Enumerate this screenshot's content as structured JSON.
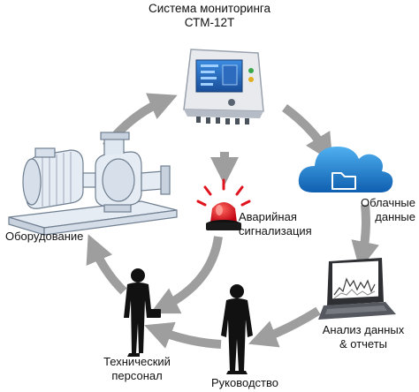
{
  "title": {
    "line1": "Система мониторинга",
    "line2": "СТМ-12Т"
  },
  "nodes": {
    "equipment": {
      "label": "Оборудование"
    },
    "alarm": {
      "line1": "Аварийная",
      "line2": "сигнализация"
    },
    "cloud": {
      "line1": "Облачные",
      "line2": "данные"
    },
    "analysis": {
      "line1": "Анализ данных",
      "line2": "& отчеты"
    },
    "tech_staff": {
      "line1": "Технический",
      "line2": "персонал"
    },
    "management": {
      "label": "Руководство"
    }
  },
  "colors": {
    "arrow": "#9e9e9e",
    "cloud": "#1f7fd0",
    "alarm": "#e0141e",
    "device_panel": "#2a6fc0",
    "person": "#111111"
  }
}
